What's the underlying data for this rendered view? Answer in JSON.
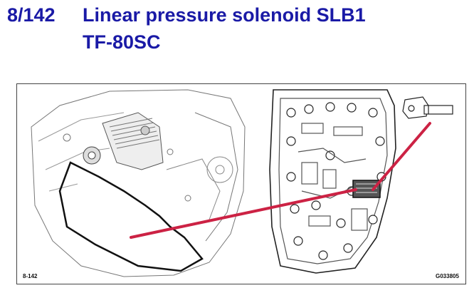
{
  "header": {
    "slide_number": "8/142",
    "title_line1": "Linear pressure solenoid SLB1",
    "title_line2": "TF-80SC"
  },
  "figure": {
    "left_code": "8-142",
    "right_code": "G033805",
    "pointer_color": "#cc2244"
  }
}
